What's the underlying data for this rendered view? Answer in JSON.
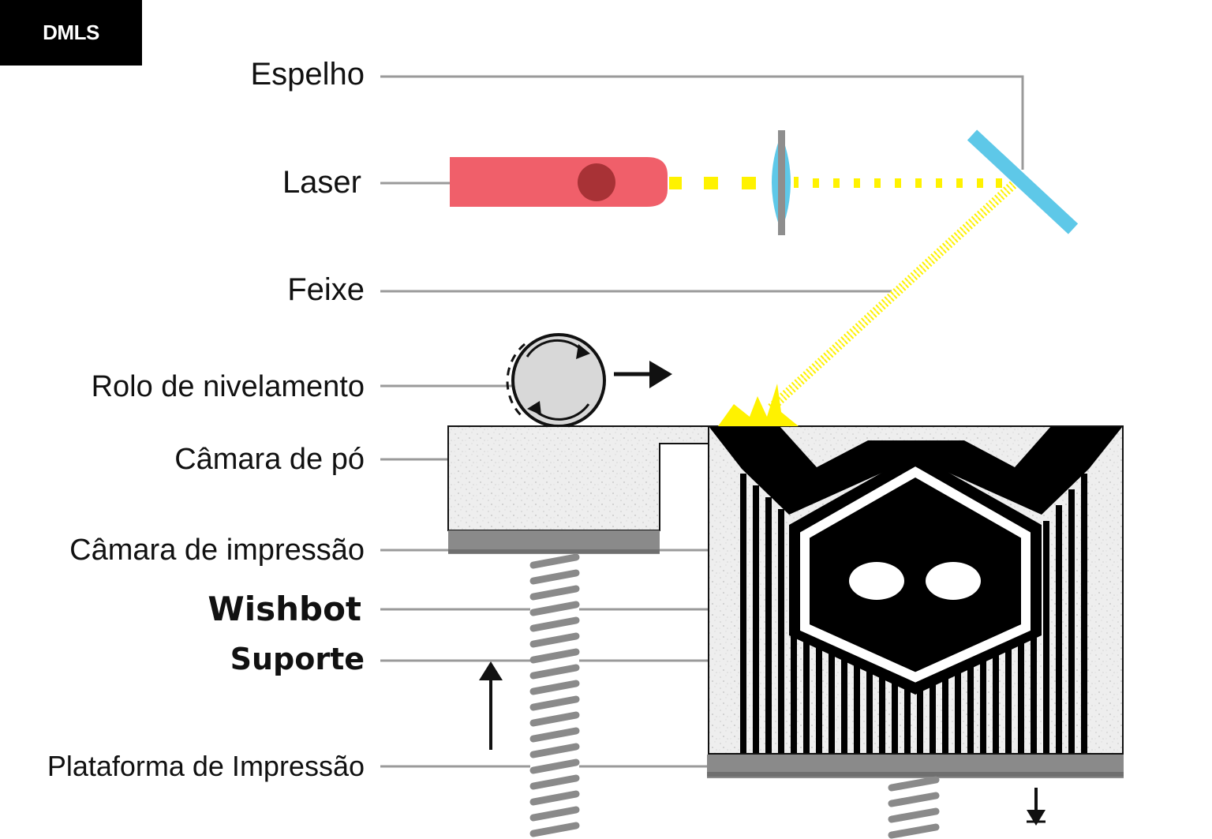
{
  "badge": "DMLS",
  "labels": {
    "espelho": "Espelho",
    "laser": "Laser",
    "feixe": "Feixe",
    "rolo": "Rolo de nivelamento",
    "camara_po": "Câmara de pó",
    "camara_impressao": "Câmara de impressão",
    "wishbot": "Wishbot",
    "suporte": "Suporte",
    "plataforma": "Plataforma de Impressão"
  },
  "colors": {
    "laser_body": "#f05f6a",
    "laser_dot": "#a83236",
    "beam": "#fff200",
    "mirror": "#5ec8e8",
    "lens": "#5ec8e8",
    "platform": "#8a8a8a",
    "powder": "#ececec"
  },
  "icons": [
    "roller-rotation-arrows-icon",
    "right-arrow-icon",
    "up-arrow-icon",
    "down-arrow-icon",
    "spark-icon"
  ]
}
